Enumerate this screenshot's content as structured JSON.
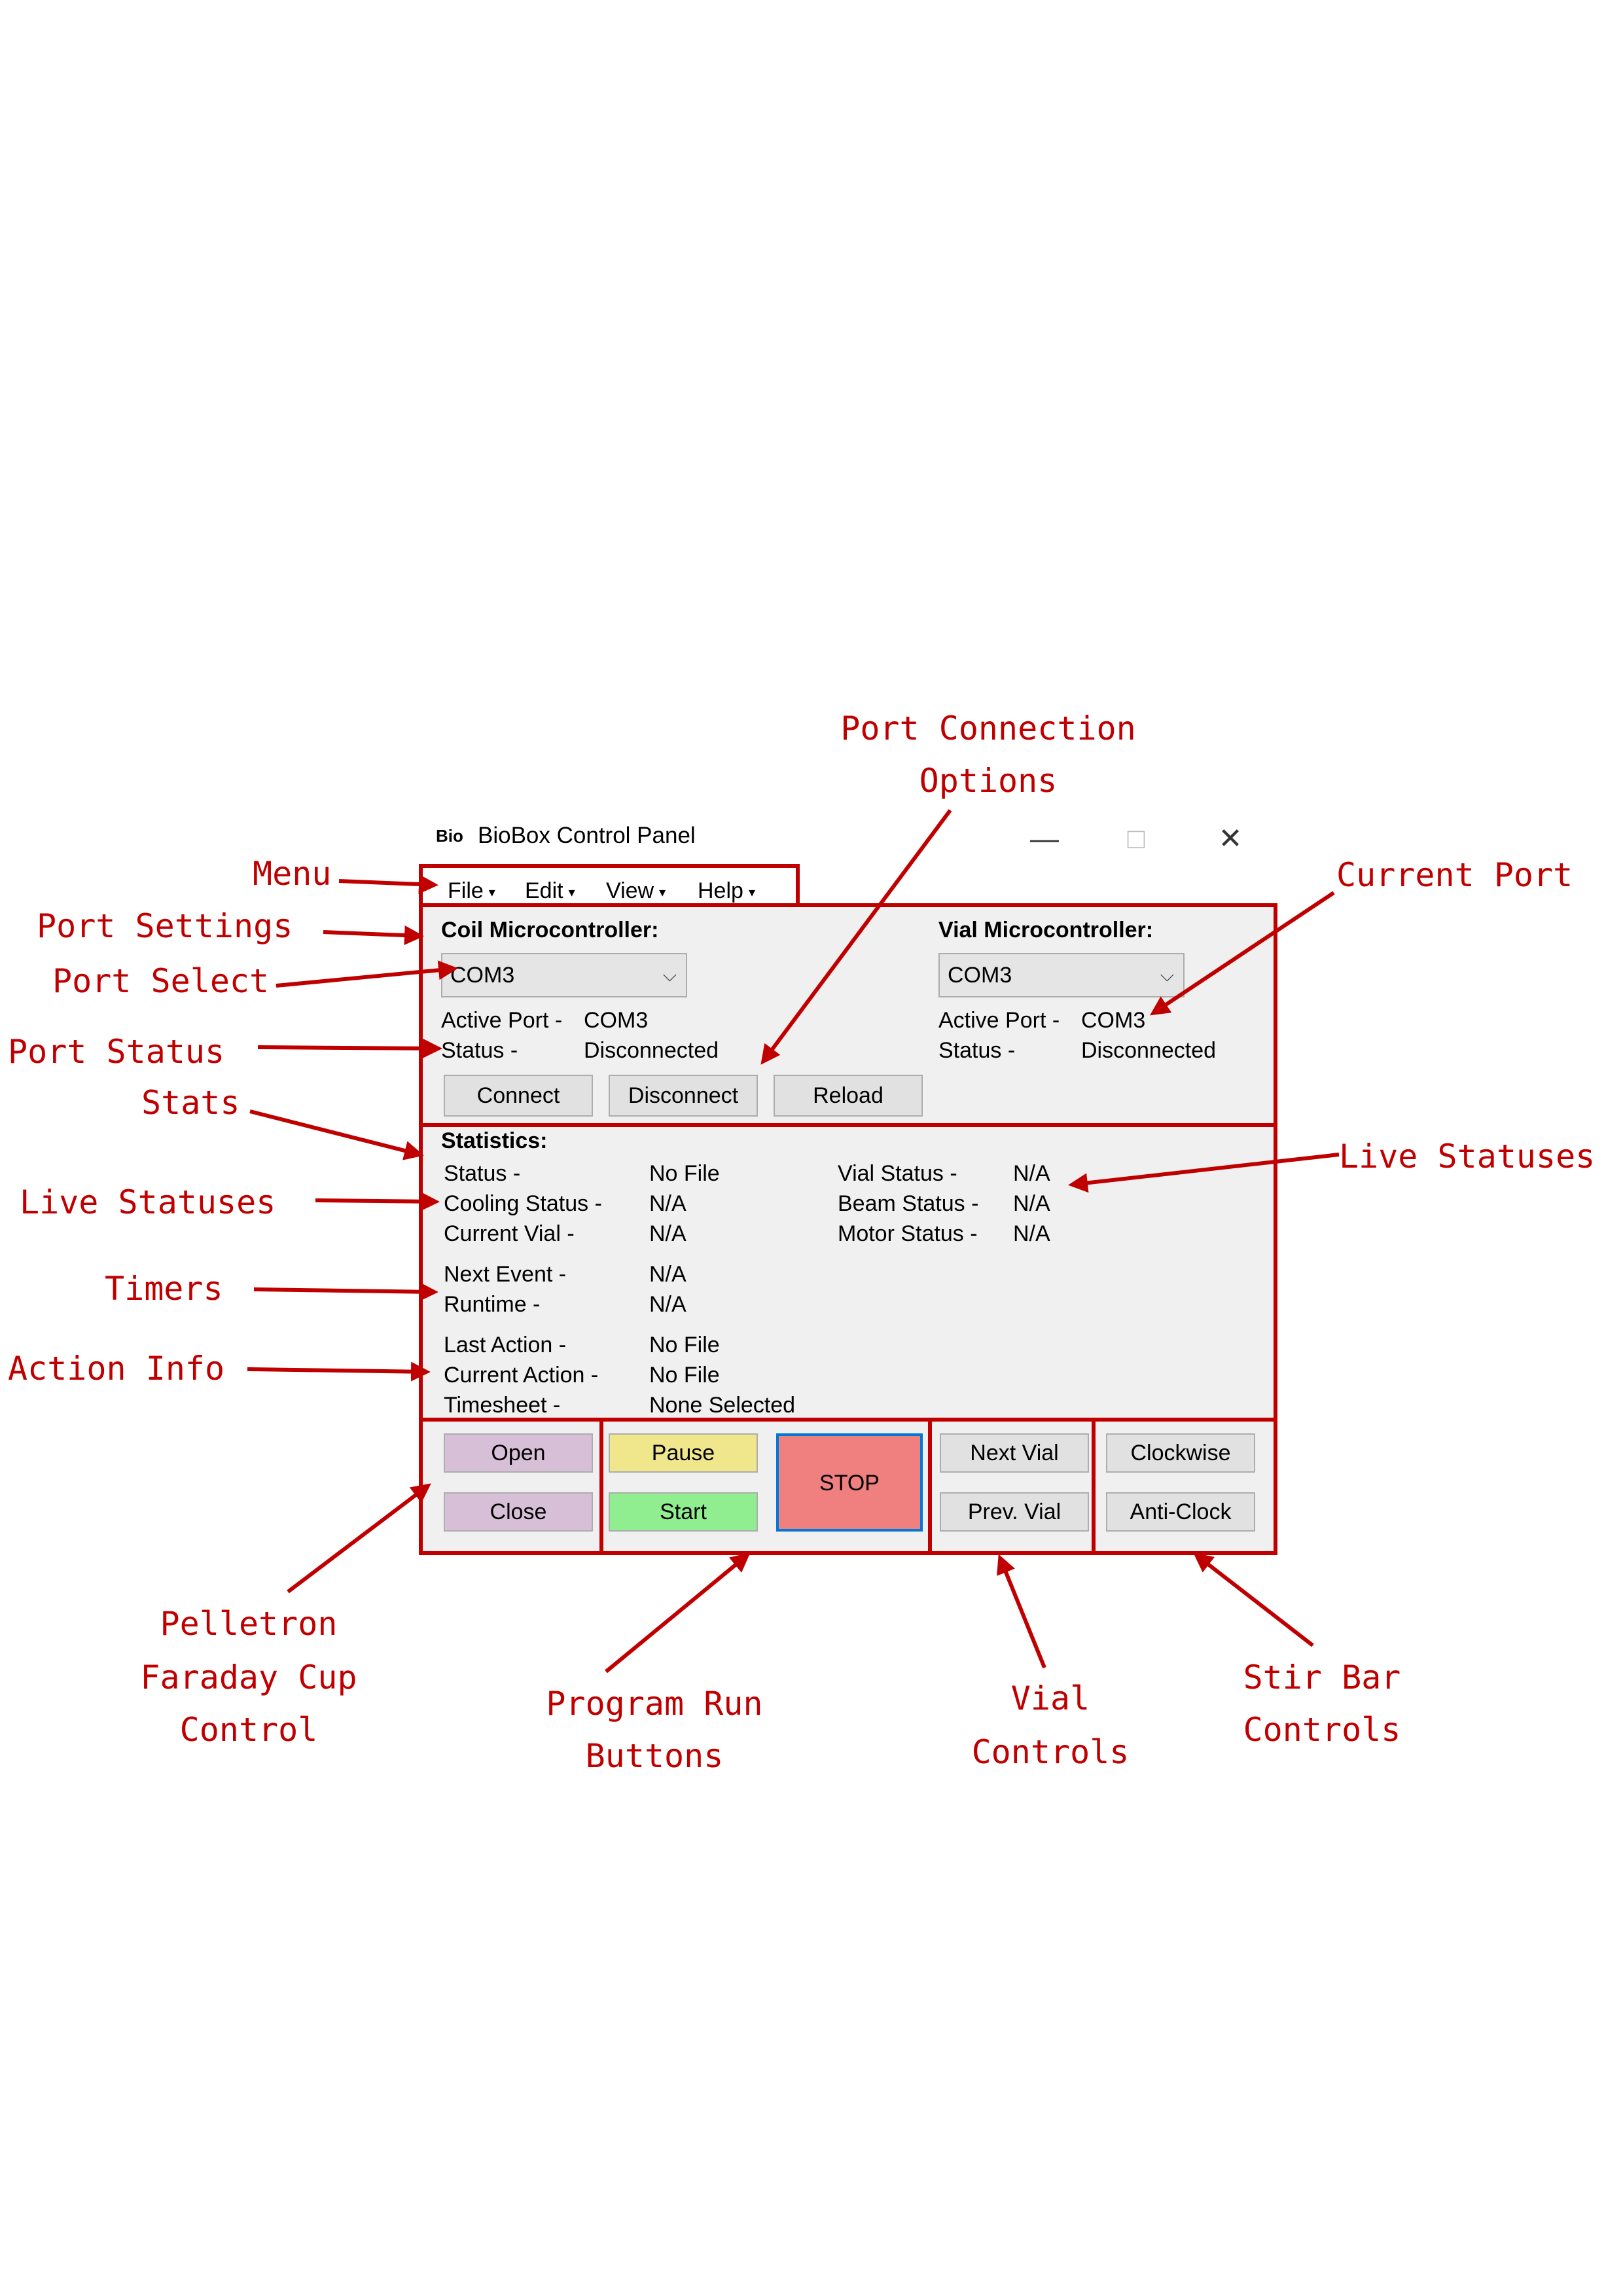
{
  "window": {
    "logo": "Bio",
    "title": "BioBox Control Panel",
    "minimize": "—",
    "maximize": "□",
    "close": "✕"
  },
  "menu": {
    "items": [
      "File",
      "Edit",
      "View",
      "Help"
    ]
  },
  "coil": {
    "heading": "Coil Microcontroller:",
    "port_value": "COM3",
    "active_port_label": "Active Port -",
    "active_port_value": "COM3",
    "status_label": "Status -",
    "status_value": "Disconnected"
  },
  "vial": {
    "heading": "Vial Microcontroller:",
    "port_value": "COM3",
    "active_port_label": "Active Port -",
    "active_port_value": "COM3",
    "status_label": "Status -",
    "status_value": "Disconnected"
  },
  "port_buttons": {
    "connect": "Connect",
    "disconnect": "Disconnect",
    "reload": "Reload"
  },
  "stats": {
    "heading": "Statistics:",
    "status_label": "Status -",
    "status_value": "No File",
    "cooling_label": "Cooling Status -",
    "cooling_value": "N/A",
    "current_vial_label": "Current Vial -",
    "current_vial_value": "N/A",
    "vial_status_label": "Vial Status -",
    "vial_status_value": "N/A",
    "beam_status_label": "Beam Status -",
    "beam_status_value": "N/A",
    "motor_status_label": "Motor Status -",
    "motor_status_value": "N/A",
    "next_event_label": "Next Event -",
    "next_event_value": "N/A",
    "runtime_label": "Runtime -",
    "runtime_value": "N/A",
    "last_action_label": "Last Action -",
    "last_action_value": "No File",
    "current_action_label": "Current  Action -",
    "current_action_value": "No File",
    "timesheet_label": "Timesheet -",
    "timesheet_value": "None Selected"
  },
  "controls": {
    "open": "Open",
    "close": "Close",
    "pause": "Pause",
    "start": "Start",
    "stop": "STOP",
    "next_vial": "Next Vial",
    "prev_vial": "Prev. Vial",
    "clockwise": "Clockwise",
    "anticlock": "Anti-Clock"
  },
  "colors": {
    "annotation": "#c00000",
    "open_close": "#d8bfd8",
    "pause": "#f0e68c",
    "start": "#90ee90",
    "stop": "#f08080",
    "stop_border": "#0078d7"
  },
  "annotations": {
    "port_connection_options_1": "Port Connection",
    "port_connection_options_2": "Options",
    "menu": "Menu",
    "current_port": "Current Port",
    "port_settings": "Port Settings",
    "port_select": "Port Select",
    "port_status": "Port Status",
    "stats": "Stats",
    "live_statuses_left": "Live Statuses",
    "live_statuses_right": "Live Statuses",
    "timers": "Timers",
    "action_info": "Action Info",
    "pelletron_1": "Pelletron",
    "pelletron_2": "Faraday Cup",
    "pelletron_3": "Control",
    "program_run_1": "Program Run",
    "program_run_2": "Buttons",
    "vial_controls_1": "Vial",
    "vial_controls_2": "Controls",
    "stir_bar_1": "Stir Bar",
    "stir_bar_2": "Controls"
  }
}
